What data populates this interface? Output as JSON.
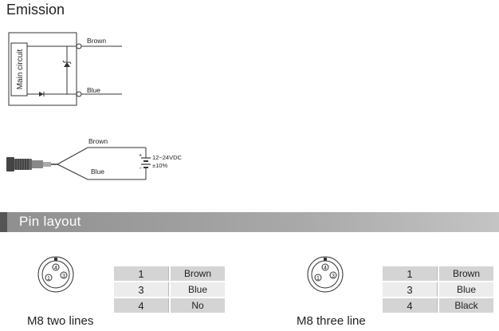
{
  "emission": {
    "title": "Emission",
    "main_circuit_label": "Main circuit",
    "wire_top": "Brown",
    "wire_bottom": "Blue",
    "supply": {
      "brown": "Brown",
      "blue": "Blue",
      "plus": "+",
      "minus": "-",
      "voltage": "12~24VDC",
      "tolerance": "±10%"
    }
  },
  "pin_layout": {
    "title": "Pin layout",
    "connectors": [
      {
        "label": "M8 two lines",
        "pin_numbers": [
          "4",
          "1",
          "3"
        ],
        "rows": [
          {
            "pin": "1",
            "wire": "Brown"
          },
          {
            "pin": "3",
            "wire": "Blue"
          },
          {
            "pin": "4",
            "wire": "No"
          }
        ]
      },
      {
        "label": "M8 three line",
        "pin_numbers": [
          "4",
          "1",
          "3"
        ],
        "rows": [
          {
            "pin": "1",
            "wire": "Brown"
          },
          {
            "pin": "3",
            "wire": "Blue"
          },
          {
            "pin": "4",
            "wire": "Black"
          }
        ]
      }
    ]
  }
}
